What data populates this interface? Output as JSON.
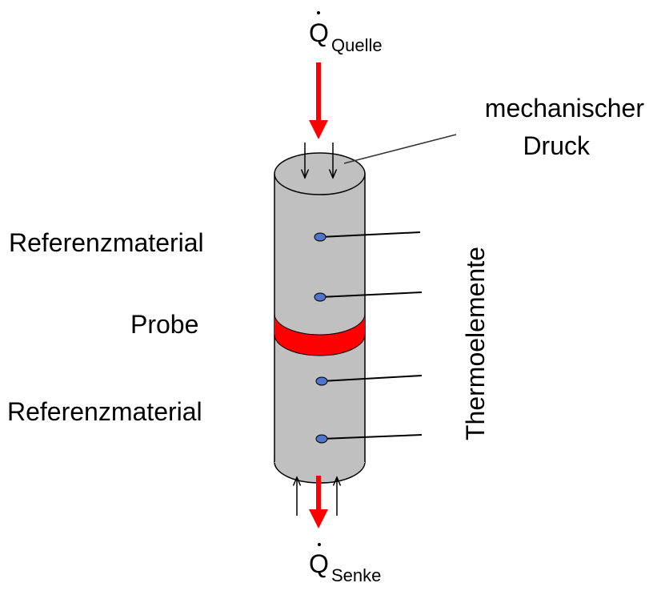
{
  "heat_source": {
    "symbol": "Q",
    "subscript": "Quelle"
  },
  "heat_sink": {
    "symbol": "Q",
    "subscript": "Senke"
  },
  "pressure_label": {
    "line1": "mechanischer",
    "line2": "Druck"
  },
  "reference_top": "Referenzmaterial",
  "sample": "Probe",
  "reference_bottom": "Referenzmaterial",
  "thermocouples": "Thermoelemente",
  "colors": {
    "cylinder": "#c0c0c0",
    "sample_band": "#ff0000",
    "heat_arrow": "#ff0000",
    "sensor": "#4f74c8"
  },
  "icons": [
    "heat-flow-arrow",
    "pressure-arrow",
    "thermocouple-dot"
  ]
}
